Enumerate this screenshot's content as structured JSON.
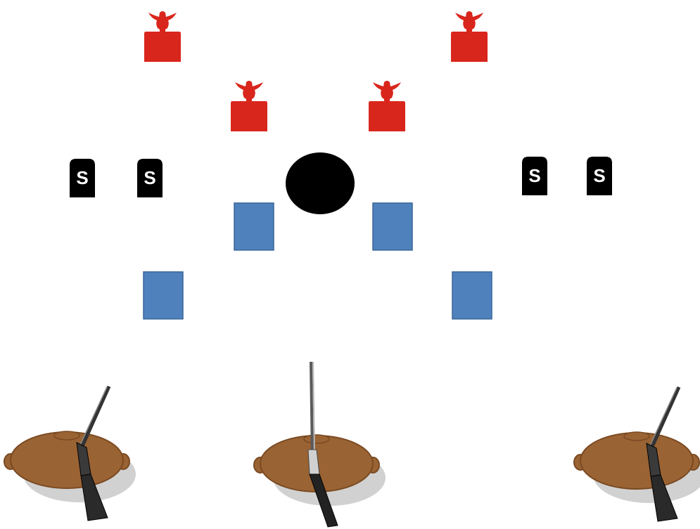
{
  "stage": {
    "name": "shooting-stage-diagram",
    "colors": {
      "background": "#ffffff",
      "target": "#d9261c",
      "tombstone": "#000000",
      "tombstone_text": "#ffffff",
      "block": "#4f81bd",
      "block_border": "#3a6699",
      "disc": "#000000",
      "table_top": "#9a6334",
      "table_edge": "#7a4a22",
      "table_shadow": "#bdbdbd"
    },
    "red_targets": {
      "count": 4,
      "icon": "cowboy-silhouette-target-icon"
    },
    "tombstones": [
      {
        "label": "S",
        "icon": "tombstone-icon"
      },
      {
        "label": "S",
        "icon": "tombstone-icon"
      },
      {
        "label": "S",
        "icon": "tombstone-icon"
      },
      {
        "label": "S",
        "icon": "tombstone-icon"
      }
    ],
    "black_disc": {
      "count": 1,
      "icon": "black-disc-target-icon"
    },
    "blue_blocks": {
      "count": 4,
      "icon": "blue-square-target-icon"
    },
    "shooting_tables": [
      {
        "gun": "shotgun",
        "icon": "shotgun-icon"
      },
      {
        "gun": "rifle",
        "icon": "rifle-icon"
      },
      {
        "gun": "shotgun",
        "icon": "shotgun-icon"
      }
    ]
  }
}
